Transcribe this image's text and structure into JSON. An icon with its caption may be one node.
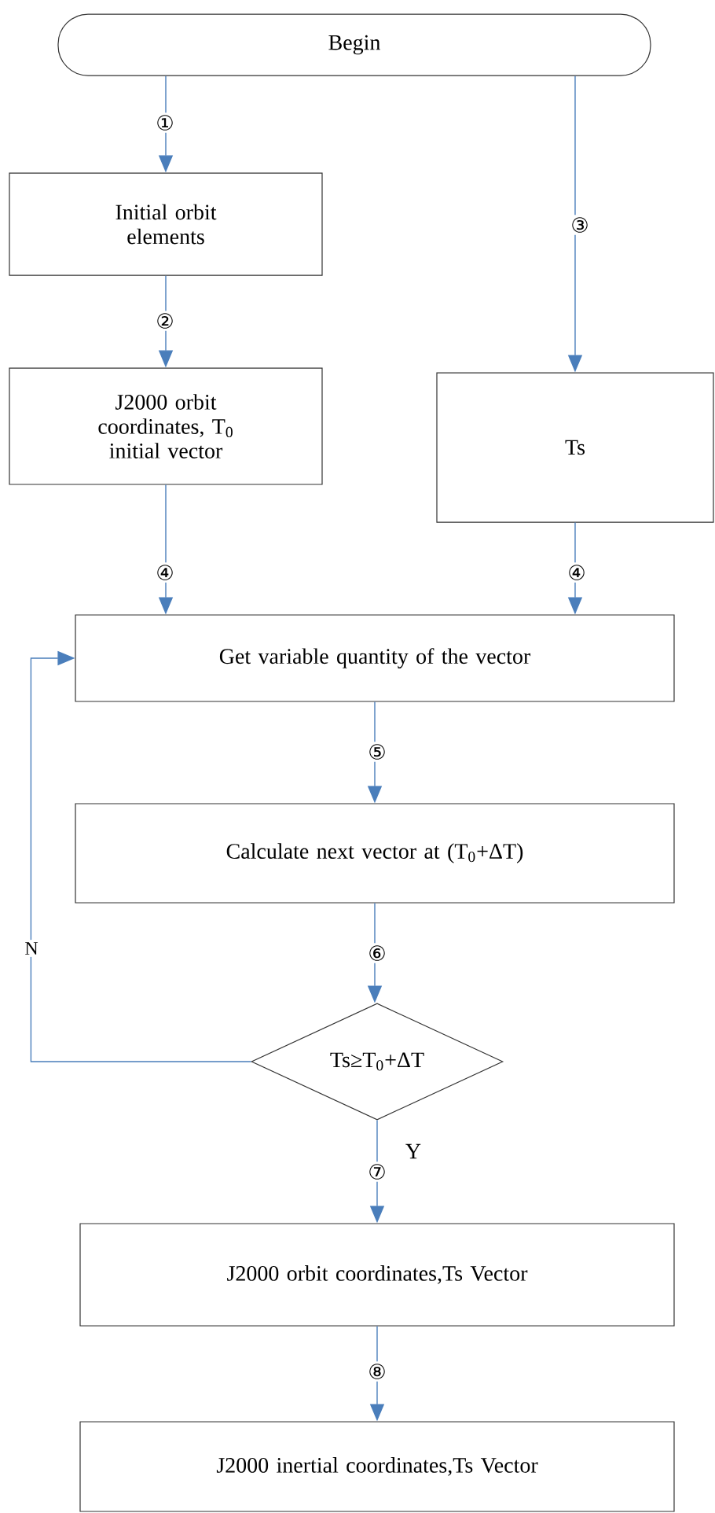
{
  "diagram": {
    "nodes": [
      {
        "text": [
          "Begin"
        ]
      },
      {
        "text": [
          "Initial orbit elements"
        ]
      },
      {
        "text": [
          "J2000 orbit coordinates, T$_{0}$ initial vector"
        ]
      },
      {
        "text": [
          "Ts"
        ]
      },
      {
        "text": [
          "Get variable quantity of the vector"
        ]
      },
      {
        "text": [
          "Calculate next vector at (T$_{0}$+ΔT)"
        ]
      },
      {
        "text": [
          "Ts≥T$_{0}$+ΔT"
        ]
      },
      {
        "text": [
          "J2000 orbit coordinates,Ts Vector"
        ]
      },
      {
        "text": [
          "J2000 inertial coordinates,Ts Vector"
        ]
      }
    ],
    "edges": [
      {
        "from": 0,
        "to": 1,
        "arrow": "to",
        "label": "①"
      },
      {
        "from": 1,
        "to": 2,
        "arrow": "to",
        "label": "②"
      },
      {
        "from": 0,
        "to": 3,
        "arrow": "to",
        "label": "③"
      },
      {
        "from": 2,
        "to": 4,
        "arrow": "to",
        "label": "④"
      },
      {
        "from": 3,
        "to": 4,
        "arrow": "to",
        "label": "④"
      },
      {
        "from": 4,
        "to": 5,
        "arrow": "to",
        "label": "⑤"
      },
      {
        "from": 5,
        "to": 6,
        "arrow": "to",
        "label": "⑥"
      },
      {
        "from": 6,
        "to": 4,
        "arrow": "to",
        "label": "N"
      },
      {
        "from": 6,
        "to": 7,
        "arrow": "to",
        "label": "⑦"
      },
      {
        "from": 7,
        "to": 8,
        "arrow": "to",
        "label": "⑧"
      }
    ],
    "labels": [
      "Y"
    ]
  }
}
